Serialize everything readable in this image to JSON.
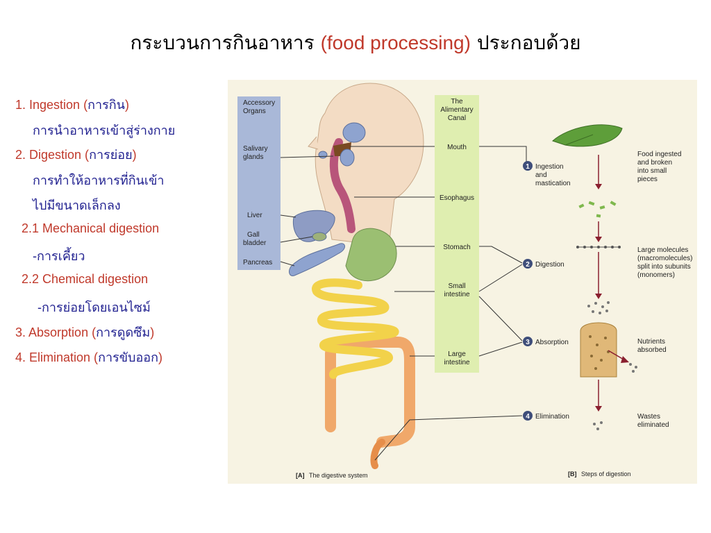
{
  "title": {
    "thai_before": "กระบวนการกินอาหาร",
    "english": "(food processing)",
    "thai_after": "ประกอบด้วย"
  },
  "outline": [
    {
      "red": "1. Ingestion (",
      "blue": "การกิน",
      "red_end": ")"
    },
    {
      "blue": "การนำอาหารเข้าสู่ร่างกาย"
    },
    {
      "red": "2. Digestion (",
      "blue": "การย่อย",
      "red_end": ")"
    },
    {
      "blue": "การทำให้อาหารที่กินเข้า"
    },
    {
      "blue": "ไปมีขนาดเล็กลง"
    },
    {
      "red": "2.1 Mechanical digestion"
    },
    {
      "blue": "-การเคี้ยว"
    },
    {
      "red": "2.2 Chemical digestion"
    },
    {
      "blue": "-การย่อยโดยเอนไซม์"
    },
    {
      "red": "3. Absorption (",
      "blue": "การดูดซึม",
      "red_end": ")"
    },
    {
      "red": "4. Elimination (",
      "blue": "การขับออก",
      "red_end": ")"
    }
  ],
  "diagram": {
    "accessory_header": [
      "Accessory",
      "Organs"
    ],
    "accessory_organs": {
      "salivary": [
        "Salivary",
        "glands"
      ],
      "liver": [
        "Liver"
      ],
      "gall": [
        "Gall",
        "bladder"
      ],
      "pancreas": [
        "Pancreas"
      ]
    },
    "canal_header": [
      "The",
      "Alimentary",
      "Canal"
    ],
    "canal_parts": {
      "mouth": [
        "Mouth"
      ],
      "esophagus": [
        "Esophagus"
      ],
      "stomach": [
        "Stomach"
      ],
      "small_intestine": [
        "Small",
        "intestine"
      ],
      "large_intestine": [
        "Large",
        "intestine"
      ]
    },
    "steps": [
      {
        "num": "1",
        "label": [
          "Ingestion",
          "and",
          "mastication"
        ]
      },
      {
        "num": "2",
        "label": [
          "Digestion"
        ]
      },
      {
        "num": "3",
        "label": [
          "Absorption"
        ]
      },
      {
        "num": "4",
        "label": [
          "Elimination"
        ]
      }
    ],
    "descriptions": {
      "food": [
        "Food ingested",
        "and broken",
        "into small",
        "pieces"
      ],
      "molecules": [
        "Large molecules",
        "(macromolecules)",
        "split into subunits",
        "(monomers)"
      ],
      "nutrients": [
        "Nutrients",
        "absorbed"
      ],
      "wastes": [
        "Wastes",
        "eliminated"
      ]
    },
    "caption_a": {
      "tag": "[A]",
      "text": "The digestive system"
    },
    "caption_b": {
      "tag": "[B]",
      "text": "Steps of digestion"
    },
    "colors": {
      "panel_bg": "#f7f3e3",
      "accessory_column": "#a9b8d8",
      "canal_column": "#dfeeb0",
      "esophagus": "#b8557a",
      "stomach": "#9bbf72",
      "small_intestine": "#f2d24a",
      "large_intestine": "#f0a86a",
      "gland": "#8ea3cf",
      "liver": "#8e9cc4",
      "arrow": "#8a1f2f",
      "leaf": "#5e9e3a"
    }
  }
}
